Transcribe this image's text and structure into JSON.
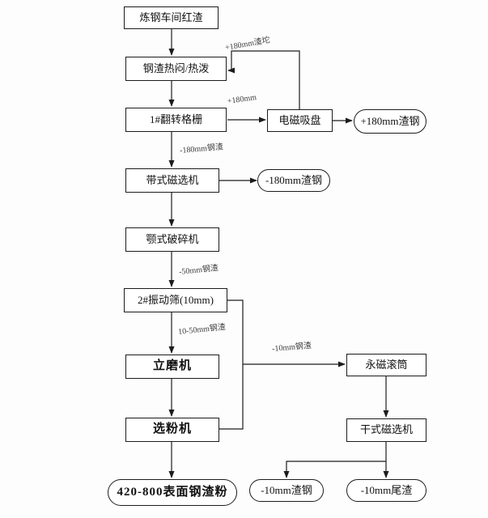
{
  "diagram": {
    "type": "flowchart",
    "accent_color": "#1c1c1c",
    "background_color": "#fdfdfd",
    "nodes": {
      "red_slag": {
        "label": "炼钢车间红渣",
        "shape": "rect"
      },
      "hot_braising": {
        "label": "钢渣热闷/热泼",
        "shape": "rect"
      },
      "flip_grid": {
        "label": "1#翻转格栅",
        "shape": "rect"
      },
      "magnet_chuck": {
        "label": "电磁吸盘",
        "shape": "rect"
      },
      "plus180_slag_steel": {
        "label": "+180mm渣钢",
        "shape": "stadium"
      },
      "belt_separator": {
        "label": "带式磁选机",
        "shape": "rect"
      },
      "minus180_slag_steel": {
        "label": "-180mm渣钢",
        "shape": "stadium"
      },
      "jaw_crusher": {
        "label": "颚式破碎机",
        "shape": "rect"
      },
      "vibrating_screen": {
        "label": "2#振动筛(10mm)",
        "shape": "rect"
      },
      "vertical_mill": {
        "label": "立磨机",
        "shape": "rect"
      },
      "powder_classifier": {
        "label": "选粉机",
        "shape": "rect"
      },
      "slag_powder": {
        "label": "420-800表面钢渣粉",
        "shape": "stadium"
      },
      "magnet_drum": {
        "label": "永磁滚筒",
        "shape": "rect"
      },
      "dry_separator": {
        "label": "干式磁选机",
        "shape": "rect"
      },
      "minus10_slag_steel": {
        "label": "-10mm渣钢",
        "shape": "stadium"
      },
      "minus10_tailings": {
        "label": "-10mm尾渣",
        "shape": "stadium"
      }
    },
    "edge_labels": {
      "plus180_lump": "+180mm渣坨",
      "plus180": "+180mm",
      "minus180_slag": "-180mm钢渣",
      "minus50_slag": "-50mm钢渣",
      "mid_slag": "10-50mm钢渣",
      "minus10_slag": "-10mm钢渣"
    }
  }
}
